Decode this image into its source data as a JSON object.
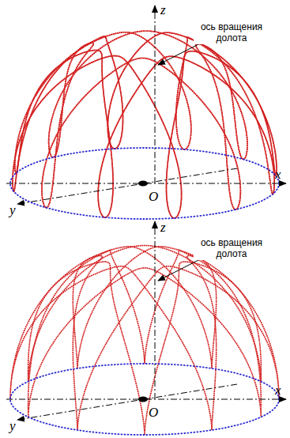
{
  "diagram": {
    "labels": [
      "ось вращения долота",
      "z",
      "x",
      "y",
      "O",
      "ось вращения долота",
      "z",
      "x",
      "y",
      "O"
    ]
  }
}
